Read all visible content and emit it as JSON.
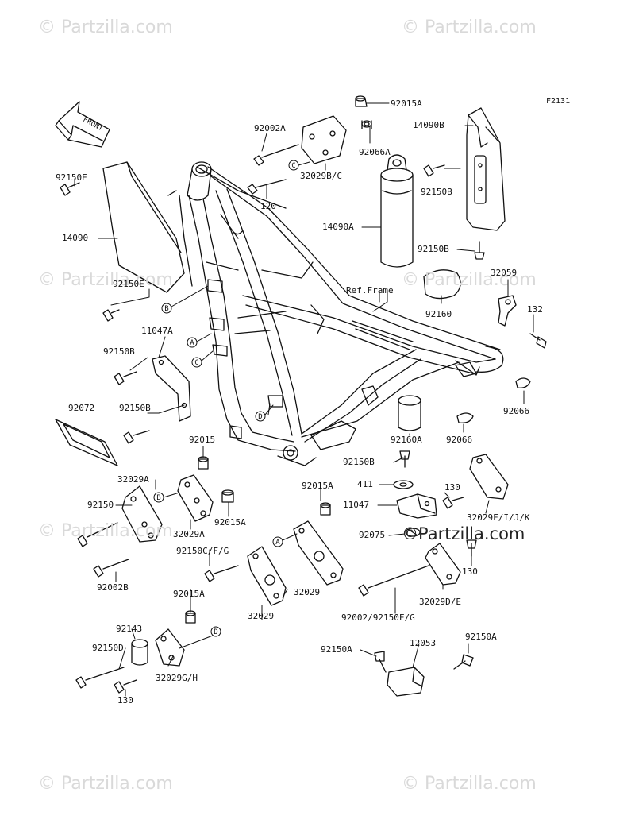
{
  "figure_code": "F2131",
  "front_label": "FRONT",
  "ref_frame": "Ref.Frame",
  "watermark": "© Partzilla.com",
  "watermark_main": "©Partzilla.com",
  "letters": [
    "A",
    "B",
    "C",
    "D"
  ],
  "parts": [
    {
      "label": "92015A"
    },
    {
      "label": "92002A"
    },
    {
      "label": "92066A"
    },
    {
      "label": "14090B"
    },
    {
      "label": "32029B/C"
    },
    {
      "label": "92150E"
    },
    {
      "label": "120"
    },
    {
      "label": "92150B"
    },
    {
      "label": "14090"
    },
    {
      "label": "14090A"
    },
    {
      "label": "92150B"
    },
    {
      "label": "32059"
    },
    {
      "label": "92150E"
    },
    {
      "label": "92160"
    },
    {
      "label": "132"
    },
    {
      "label": "11047A"
    },
    {
      "label": "92150B"
    },
    {
      "label": "92066"
    },
    {
      "label": "92072"
    },
    {
      "label": "92150B"
    },
    {
      "label": "92160A"
    },
    {
      "label": "92066"
    },
    {
      "label": "92015"
    },
    {
      "label": "92150B"
    },
    {
      "label": "32029A"
    },
    {
      "label": "92015A"
    },
    {
      "label": "411"
    },
    {
      "label": "130"
    },
    {
      "label": "11047"
    },
    {
      "label": "92150"
    },
    {
      "label": "32029A"
    },
    {
      "label": "92015A"
    },
    {
      "label": "32029F/I/J/K"
    },
    {
      "label": "92075"
    },
    {
      "label": "92150C/F/G"
    },
    {
      "label": "92002B"
    },
    {
      "label": "130"
    },
    {
      "label": "32029"
    },
    {
      "label": "32029D/E"
    },
    {
      "label": "92015A"
    },
    {
      "label": "32029"
    },
    {
      "label": "92002/92150F/G"
    },
    {
      "label": "92143"
    },
    {
      "label": "92150D"
    },
    {
      "label": "12053"
    },
    {
      "label": "92150A"
    },
    {
      "label": "92150A"
    },
    {
      "label": "32029G/H"
    },
    {
      "label": "130"
    }
  ]
}
